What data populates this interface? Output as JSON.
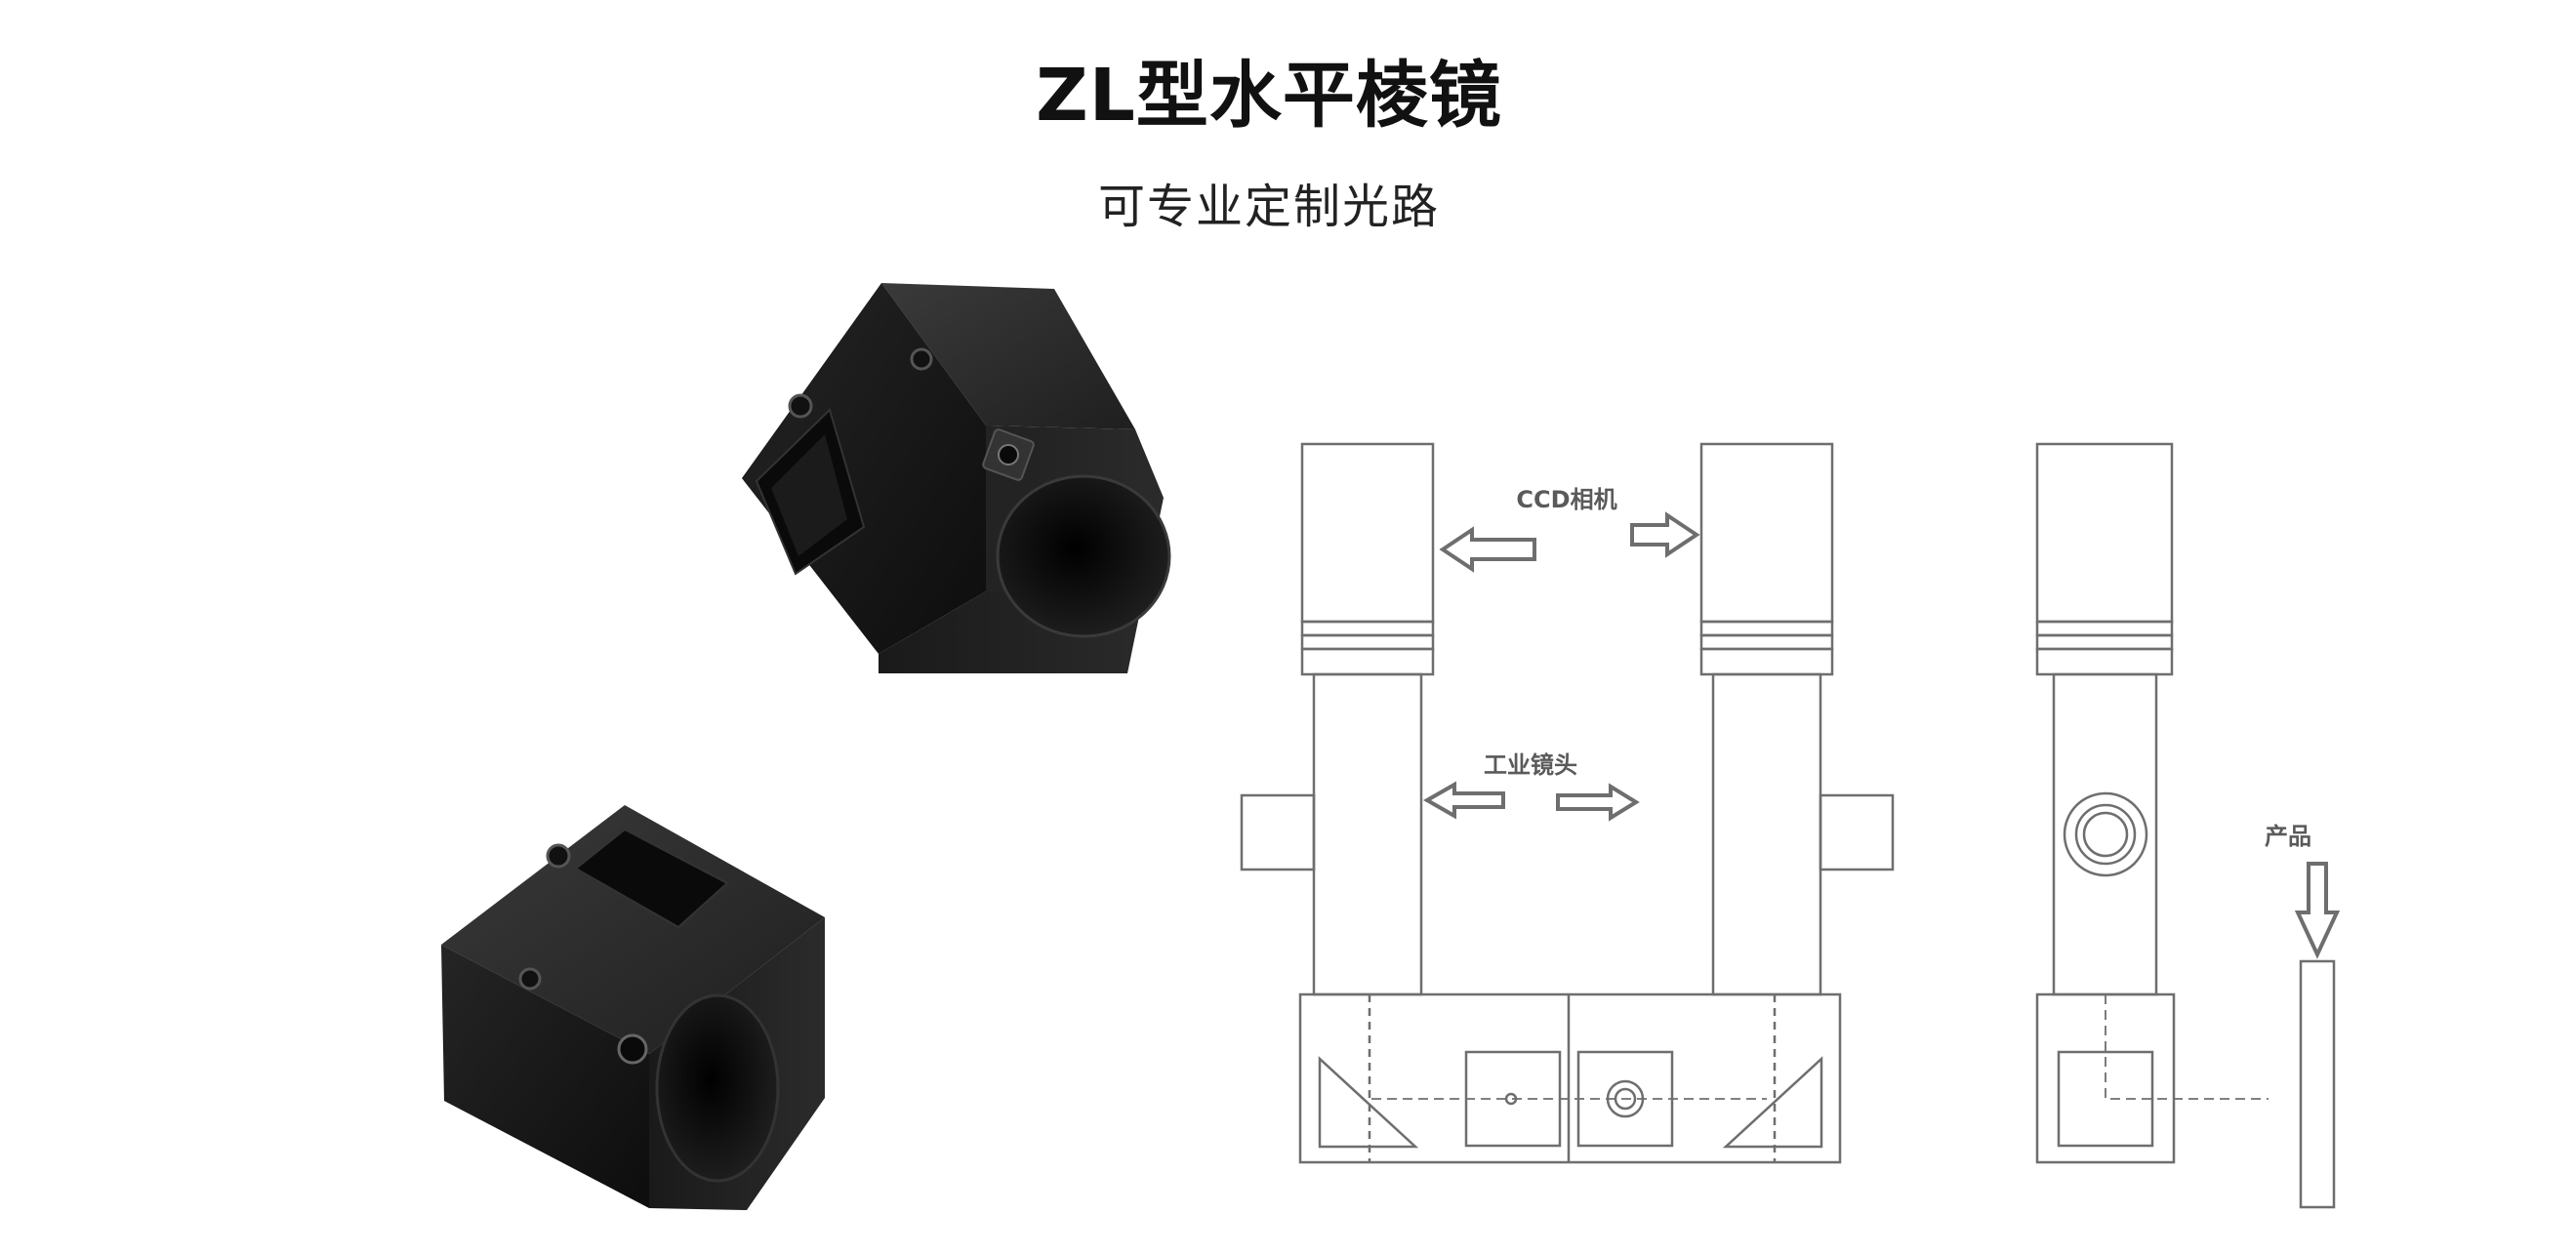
{
  "header": {
    "title": "ZL型水平棱镜",
    "subtitle": "可专业定制光路"
  },
  "diagram": {
    "label_camera": "CCD相机",
    "label_lens": "工业镜头",
    "label_product": "产品"
  },
  "colors": {
    "line": "#6e6e6e",
    "product_body": "#141414",
    "label": "#5a5a5a"
  }
}
